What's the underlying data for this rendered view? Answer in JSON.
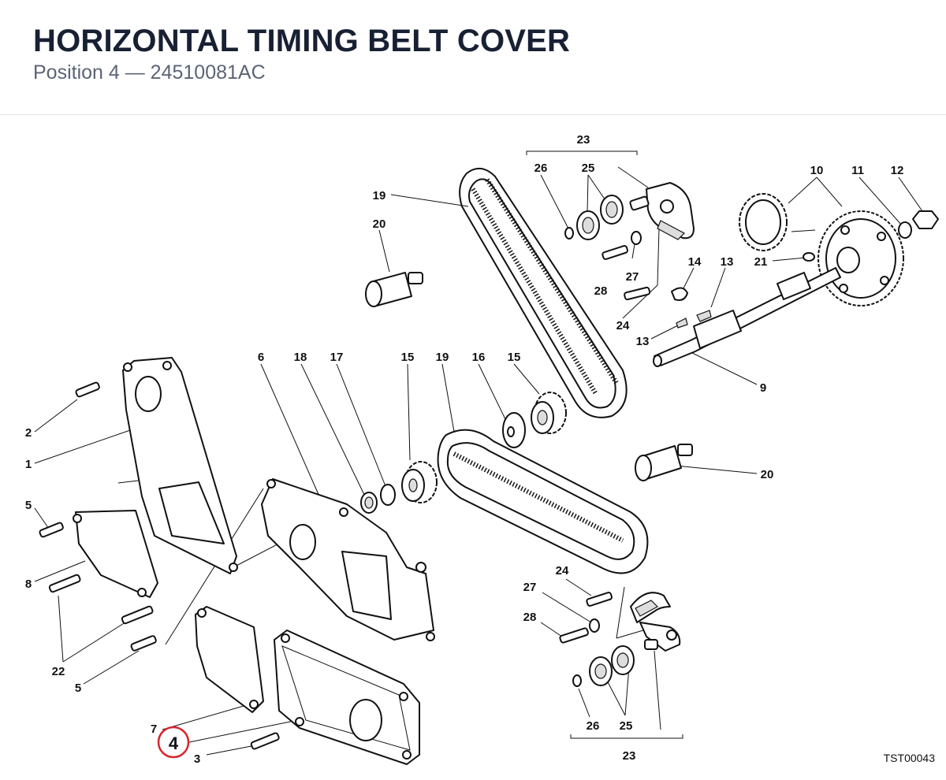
{
  "header": {
    "title": "HORIZONTAL TIMING BELT COVER",
    "subtitle": "Position 4 — 24510081AC"
  },
  "drawing_code": "TST00043",
  "highlighted_callout": "4",
  "callouts": {
    "c23_top": "23",
    "c26_top": "26",
    "c25_top": "25",
    "c10": "10",
    "c11": "11",
    "c12": "12",
    "c19_top": "19",
    "c20_top": "20",
    "c21": "21",
    "c14": "14",
    "c13_a": "13",
    "c13_b": "13",
    "c27_top": "27",
    "c28_top": "28",
    "c24_top": "24",
    "c9": "9",
    "c6": "6",
    "c18": "18",
    "c17": "17",
    "c15_a": "15",
    "c19_mid": "19",
    "c16": "16",
    "c15_b": "15",
    "c20_mid": "20",
    "c2": "2",
    "c1": "1",
    "c5_a": "5",
    "c8": "8",
    "c22": "22",
    "c5_b": "5",
    "c24_bot": "24",
    "c27_bot": "27",
    "c28_bot": "28",
    "c7": "7",
    "c3": "3",
    "c26_bot": "26",
    "c25_bot": "25",
    "c23_bot": "23"
  }
}
